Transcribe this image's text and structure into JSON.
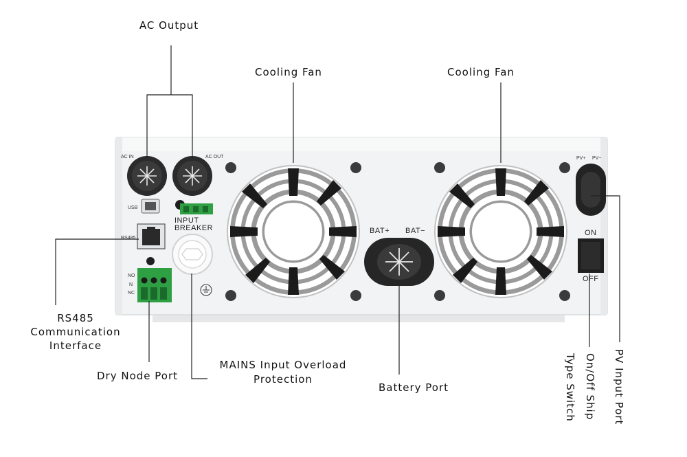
{
  "callouts": {
    "ac_output": "AC Output",
    "cooling_fan_left": "Cooling Fan",
    "cooling_fan_right": "Cooling Fan",
    "rs485_line1": "RS485",
    "rs485_line2": "Communication",
    "rs485_line3": "Interface",
    "dry_node": "Dry Node Port",
    "mains_line1": "MAINS Input Overload",
    "mains_line2": "Protection",
    "battery_port": "Battery Port",
    "onoff_line1": "On/Off Ship",
    "onoff_line2": "Type Switch",
    "pv_input": "PV Input Port"
  },
  "panel_labels": {
    "ac_in": "AC IN",
    "ac_out": "AC OUT",
    "usb": "USB",
    "rs485": "RS485",
    "input": "INPUT",
    "breaker": "BREAKER",
    "no": "NO",
    "n": "N",
    "nc": "NC",
    "bat_plus": "BAT+",
    "bat_minus": "BAT−",
    "pv_plus": "PV+",
    "pv_minus": "PV−",
    "on": "ON",
    "off": "OFF"
  },
  "colors": {
    "chassis": "#f2f3f4",
    "chassis_edge": "#d8dadc",
    "terminal_green": "#2ea043",
    "dark_part": "#2b2b2b",
    "fan_grey": "#9a9a9a"
  },
  "icons": [
    "gland-icon",
    "usb-port-icon",
    "rj45-port-icon",
    "fan-grille-icon",
    "ground-symbol-icon",
    "rocker-switch-icon"
  ]
}
